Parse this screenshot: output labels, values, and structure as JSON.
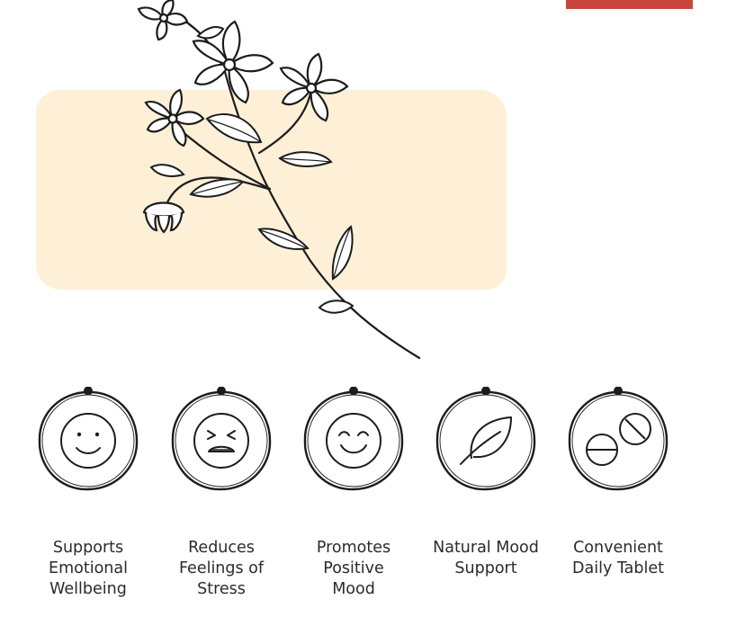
{
  "colors": {
    "accent_bar": "#c8463d",
    "cream_panel": "#fdf0d7",
    "ink": "#1c1c1c",
    "text": "#2b2b2b"
  },
  "illustration": {
    "icon": "flower-branch-illustration"
  },
  "features": [
    {
      "icon": "smile-face-icon",
      "lines": [
        "Supports",
        "Emotional",
        "Wellbeing"
      ]
    },
    {
      "icon": "stressed-face-icon",
      "lines": [
        "Reduces",
        "Feelings of",
        "Stress"
      ]
    },
    {
      "icon": "happy-face-icon",
      "lines": [
        "Promotes",
        "Positive",
        "Mood"
      ]
    },
    {
      "icon": "leaf-icon",
      "lines": [
        "Natural Mood",
        "Support"
      ]
    },
    {
      "icon": "tablets-icon",
      "lines": [
        "Convenient",
        "Daily Tablet"
      ]
    }
  ]
}
